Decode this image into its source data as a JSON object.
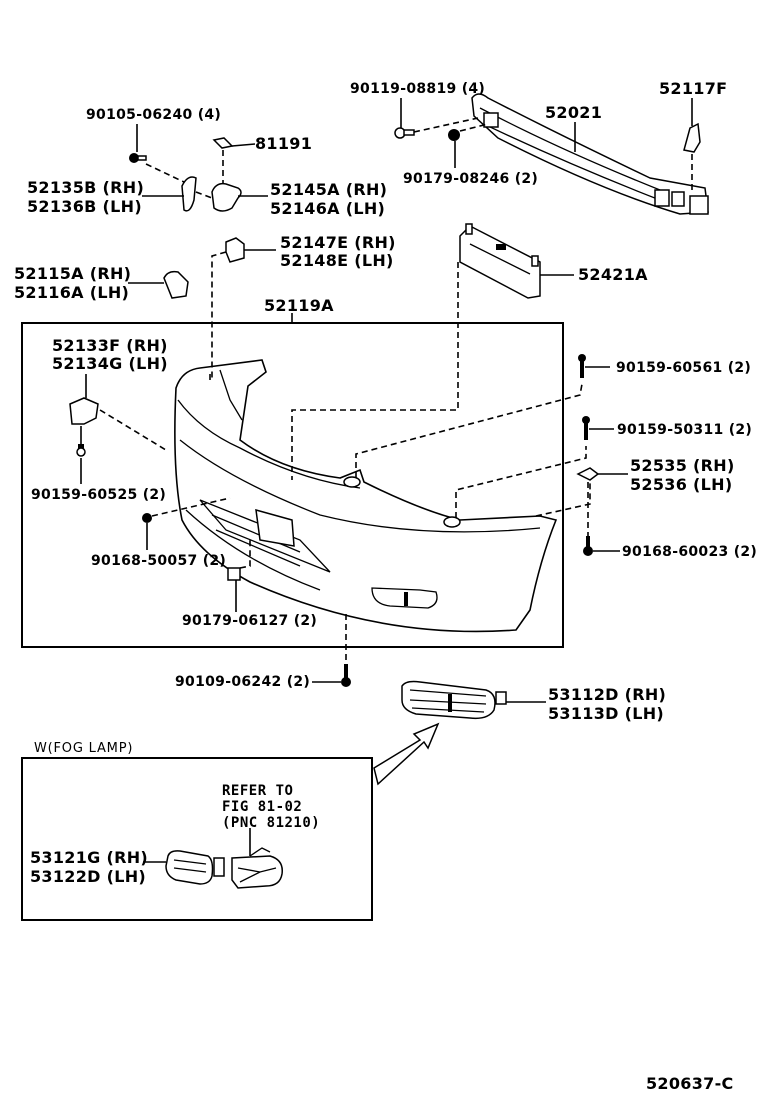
{
  "diagram": {
    "title": "Front Bumper & Bumper Cover Parts Diagram",
    "figure_code": "520637-C",
    "main_assembly_label": "52119A",
    "callouts": [
      {
        "id": "c_90119",
        "lines": [
          "90119-08819 (4)"
        ]
      },
      {
        "id": "c_52021",
        "lines": [
          "52021"
        ]
      },
      {
        "id": "c_52117F",
        "lines": [
          "52117F"
        ]
      },
      {
        "id": "c_90179_08246",
        "lines": [
          "90179-08246 (2)"
        ]
      },
      {
        "id": "c_90105",
        "lines": [
          "90105-06240 (4)"
        ]
      },
      {
        "id": "c_81191",
        "lines": [
          "81191"
        ]
      },
      {
        "id": "c_52135B",
        "lines": [
          "52135B (RH)",
          "52136B (LH)"
        ]
      },
      {
        "id": "c_52145A",
        "lines": [
          "52145A (RH)",
          "52146A (LH)"
        ]
      },
      {
        "id": "c_52147E",
        "lines": [
          "52147E (RH)",
          "52148E (LH)"
        ]
      },
      {
        "id": "c_52115A",
        "lines": [
          "52115A (RH)",
          "52116A (LH)"
        ]
      },
      {
        "id": "c_52421A",
        "lines": [
          "52421A"
        ]
      },
      {
        "id": "c_52133F",
        "lines": [
          "52133F (RH)",
          "52134G (LH)"
        ]
      },
      {
        "id": "c_90159_60561",
        "lines": [
          "90159-60561 (2)"
        ]
      },
      {
        "id": "c_90159_50311",
        "lines": [
          "90159-50311 (2)"
        ]
      },
      {
        "id": "c_52535",
        "lines": [
          "52535 (RH)",
          "52536 (LH)"
        ]
      },
      {
        "id": "c_90159_60525",
        "lines": [
          "90159-60525 (2)"
        ]
      },
      {
        "id": "c_90168_50057",
        "lines": [
          "90168-50057 (2)"
        ]
      },
      {
        "id": "c_90168_60023",
        "lines": [
          "90168-60023 (2)"
        ]
      },
      {
        "id": "c_90179_06127",
        "lines": [
          "90179-06127 (2)"
        ]
      },
      {
        "id": "c_90109_06242",
        "lines": [
          "90109-06242 (2)"
        ]
      },
      {
        "id": "c_53112D",
        "lines": [
          "53112D (RH)",
          "53113D (LH)"
        ]
      }
    ],
    "fog_lamp_section": {
      "title": "W(FOG LAMP)",
      "reference_note": [
        "REFER TO",
        "FIG 81-02",
        "(PNC 81210)"
      ],
      "callout": [
        "53121G (RH)",
        "53122D (LH)"
      ]
    }
  }
}
